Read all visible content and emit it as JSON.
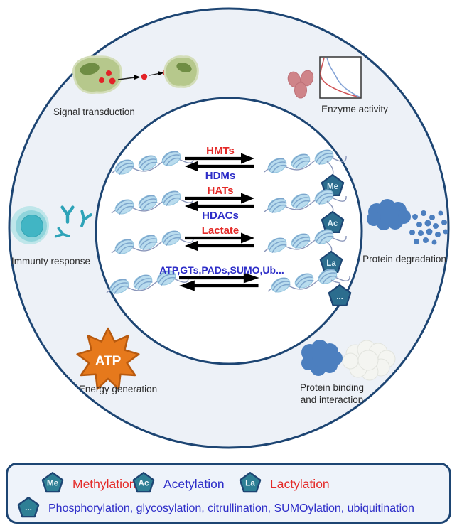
{
  "colors": {
    "outline_navy": "#1d4573",
    "ring_fill": "#edf1f7",
    "inner_fill": "#ffffff",
    "red_label": "#e42a28",
    "blue_label": "#2d2dc8",
    "badge_fill": "#2c6d8e",
    "legend_badge_fill": "#2e7f95",
    "nucleosome_fill": "#b9dcee",
    "atp_orange": "#e6791c",
    "protein_blue": "#4c7fbf",
    "cell_green": "#b6c88c",
    "immune_teal": "#41b5c4",
    "legend_bg": "#eef3fa"
  },
  "outer_ring": {
    "signal_transduction_label": "Signal transduction",
    "enzyme_activity_label": "Enzyme activity",
    "immunity_response_label": "Immunty response",
    "protein_degradation_label": "Protein degradation",
    "energy_generation_label": "Energy generation",
    "atp_star_label": "ATP",
    "protein_binding_label_line1": "Protein binding",
    "protein_binding_label_line2": "and interaction"
  },
  "reactions": {
    "rows": [
      {
        "forward": "HMTs",
        "reverse": "HDMs",
        "badge": "Me"
      },
      {
        "forward": "HATs",
        "reverse": "HDACs",
        "badge": "Ac"
      },
      {
        "forward": "Lactate",
        "badge": "La"
      },
      {
        "forward": "ATP,GTs,PADs,SUMO,Ub...",
        "badge": "..."
      }
    ]
  },
  "legend": {
    "methylation": {
      "badge": "Me",
      "label": "Methylation"
    },
    "acetylation": {
      "badge": "Ac",
      "label": "Acetylation"
    },
    "lactylation": {
      "badge": "La",
      "label": "Lactylation"
    },
    "others": {
      "badge": "...",
      "label": "Phosphorylation, glycosylation,  citrullination, SUMOylation, ubiquitination"
    }
  }
}
